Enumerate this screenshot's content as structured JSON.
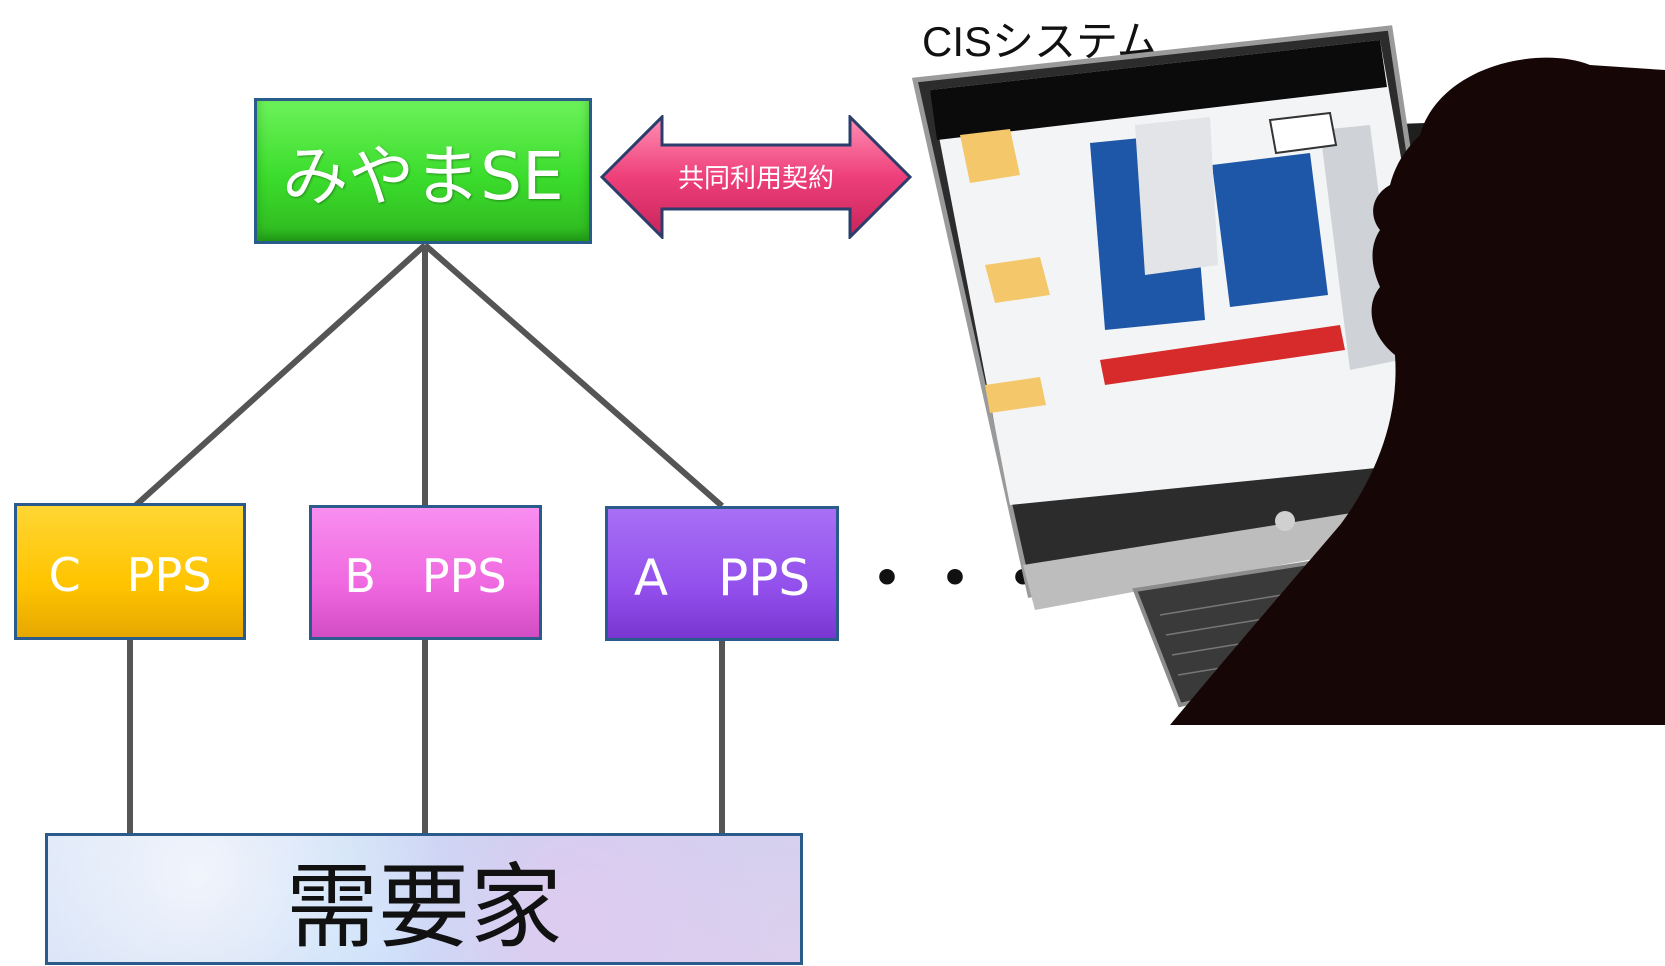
{
  "diagram": {
    "top_node": {
      "label": "みやまSE",
      "color": "#44e03a"
    },
    "contract_arrow": {
      "label": "共同利用契約",
      "color": "#e8457c"
    },
    "pps_nodes": [
      {
        "label": "C　PPS",
        "color": "#ffcc00"
      },
      {
        "label": "B　PPS",
        "color": "#f070e0"
      },
      {
        "label": "A　PPS",
        "color": "#9955ee"
      }
    ],
    "ellipsis": "・・・",
    "bottom_node": {
      "label": "需要家",
      "color": "#c9d7f2"
    },
    "system_label": "CISシステム",
    "illustration": {
      "device": "desktop-monitor-with-keyboard",
      "person": "silhouette"
    }
  }
}
